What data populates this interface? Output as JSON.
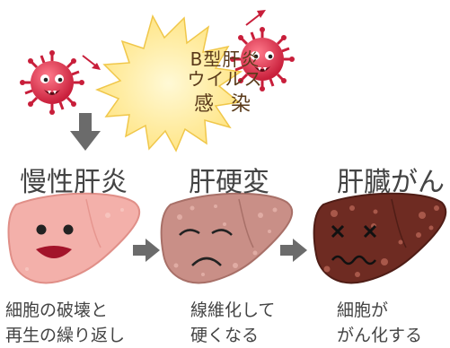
{
  "infection": {
    "line1": "B型肝炎",
    "line2": "ウイルス",
    "line3": "感 染"
  },
  "stages": [
    {
      "title": "慢性肝炎",
      "caption1": "細胞の破壊と",
      "caption2": "再生の繰り返し"
    },
    {
      "title": "肝硬変",
      "caption1": "線維化して",
      "caption2": "硬くなる"
    },
    {
      "title": "肝臓がん",
      "caption1": "細胞が",
      "caption2": "がん化する"
    }
  ],
  "colors": {
    "burst": "#fff0a8",
    "virus": "#d8304a",
    "liver_healthy": "#f3b0aa",
    "liver_cirrhosis": "#c98f87",
    "liver_cancer": "#6e2b22",
    "arrow": "#6b6b6b"
  }
}
